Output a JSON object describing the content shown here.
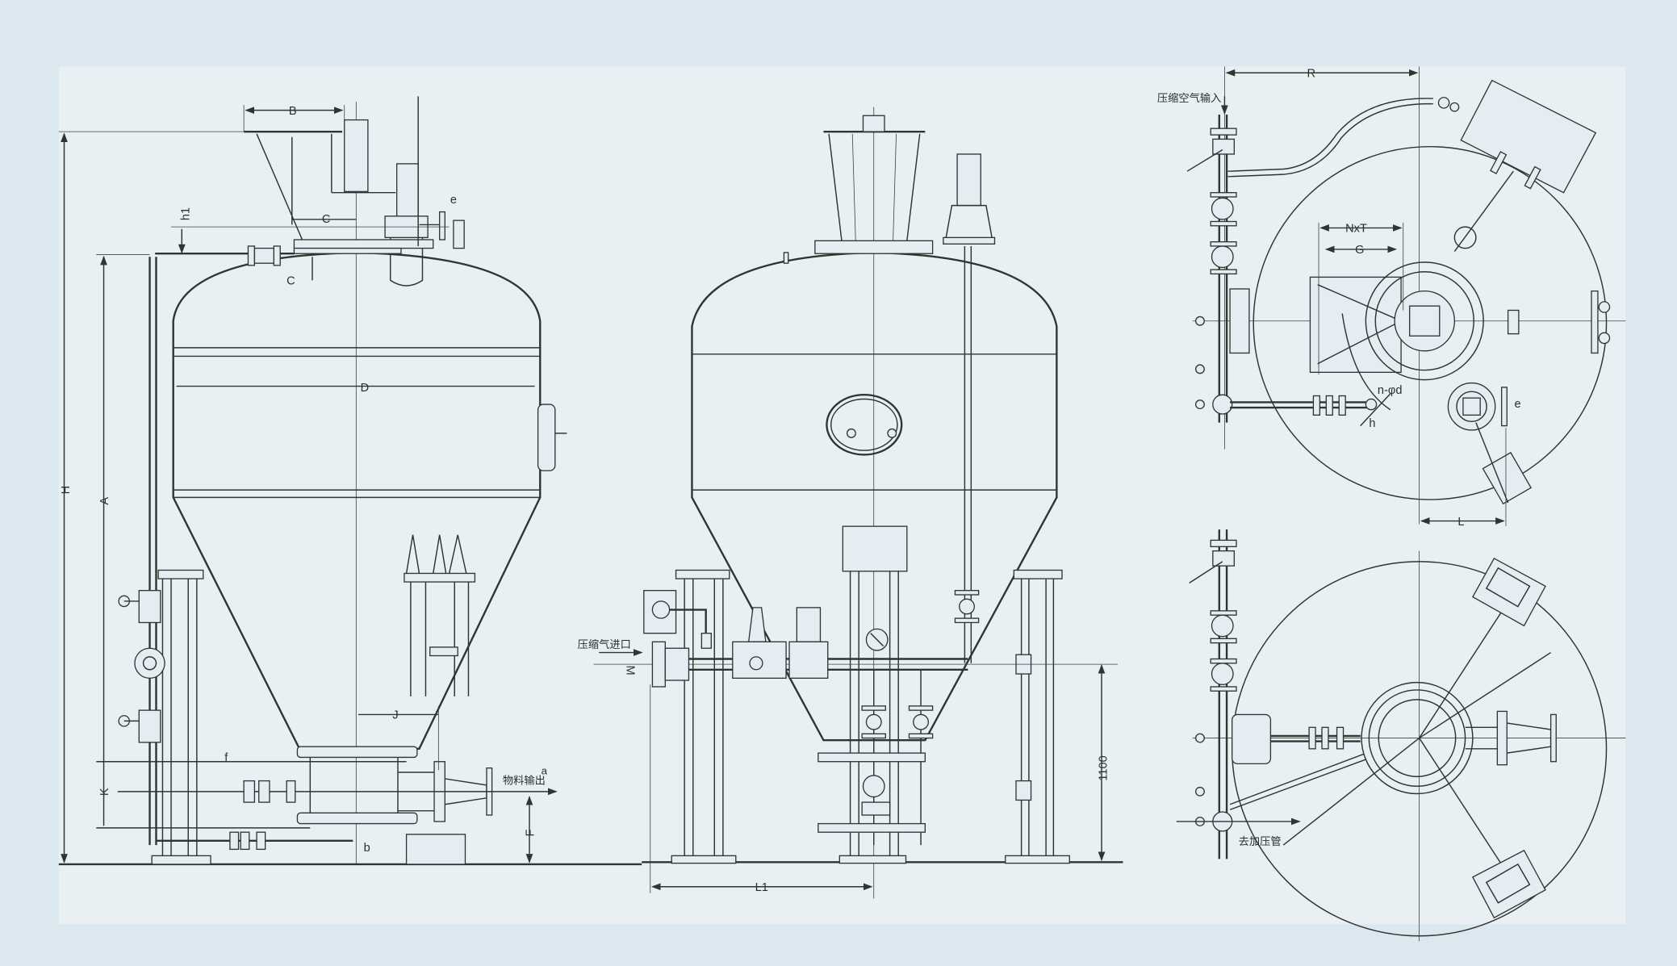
{
  "colors": {
    "line": "#2f3530",
    "background": "#dce8ef",
    "panel": "#e8f0f4"
  },
  "left_view": {
    "labels": {
      "B": "B",
      "h1": "h1",
      "C_top": "C",
      "C_bottom": "C",
      "e": "e",
      "D": "D",
      "A": "A",
      "H": "H",
      "K": "K",
      "f": "f",
      "J": "J",
      "b": "b",
      "F": "F",
      "outlet": "物料输出",
      "outlet_symbol": "a"
    }
  },
  "front_view": {
    "labels": {
      "air_inlet": "压缩气进口",
      "M": "M",
      "L1": "L1",
      "height": "1100"
    }
  },
  "top_view": {
    "labels": {
      "R": "R",
      "air_input": "压缩空气输入",
      "NxT": "NxT",
      "G": "G",
      "n_phid": "n-φd",
      "h": "h",
      "e": "e",
      "L": "L"
    }
  },
  "bottom_view": {
    "labels": {
      "to_pressure_pipe": "去加压管"
    }
  }
}
